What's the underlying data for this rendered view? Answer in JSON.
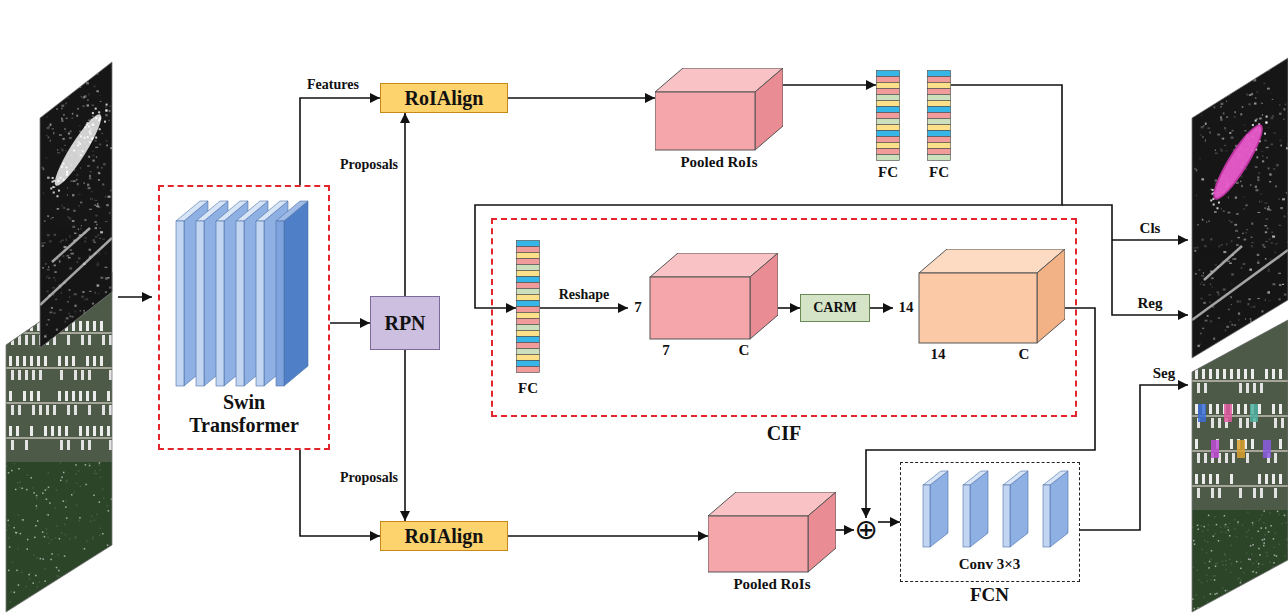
{
  "diagram": {
    "nodes": [
      {
        "text": [
          "Swin Transformer"
        ]
      },
      {
        "text": [
          "RoIAlign"
        ]
      },
      {
        "text": [
          "Pooled RoIs"
        ]
      },
      {
        "text": [
          "FC"
        ]
      },
      {
        "text": [
          "FC"
        ]
      },
      {
        "text": [
          "RPN"
        ]
      },
      {
        "text": [
          "CIF"
        ]
      },
      {
        "text": [
          "FC"
        ],
        "in": 6
      },
      {
        "text": [
          "7",
          "7",
          "C"
        ],
        "in": 6
      },
      {
        "text": [
          "CARM"
        ],
        "in": 6
      },
      {
        "text": [
          "14",
          "14",
          "C"
        ],
        "in": 6
      },
      {
        "text": [
          "RoIAlign"
        ]
      },
      {
        "text": [
          "Pooled RoIs"
        ]
      },
      {
        "text": [
          "⊕"
        ]
      },
      {
        "text": [
          "Conv 3×3",
          "FCN"
        ]
      }
    ],
    "edges": [
      {
        "from": 0,
        "to": 1,
        "label": "Features",
        "arrow": "to"
      },
      {
        "from": 0,
        "to": 5,
        "arrow": "to"
      },
      {
        "from": 5,
        "to": 1,
        "label": "Proposals",
        "arrow": "to"
      },
      {
        "from": 5,
        "to": 11,
        "label": "Proposals",
        "arrow": "to"
      },
      {
        "from": 0,
        "to": 11,
        "arrow": "to"
      },
      {
        "from": 1,
        "to": 2,
        "arrow": "to"
      },
      {
        "from": 2,
        "to": 3,
        "arrow": "to"
      },
      {
        "from": 4,
        "to": 7,
        "arrow": "to"
      },
      {
        "from": 7,
        "to": 8,
        "label": "Reshape",
        "arrow": "to"
      },
      {
        "from": 8,
        "to": 9,
        "arrow": "to"
      },
      {
        "from": 9,
        "to": 10,
        "arrow": "to"
      },
      {
        "from": 10,
        "to": 13,
        "arrow": "to"
      },
      {
        "from": 11,
        "to": 12,
        "arrow": "to"
      },
      {
        "from": 12,
        "to": 13,
        "arrow": "to"
      },
      {
        "from": 13,
        "to": 14,
        "arrow": "to"
      }
    ],
    "labels": [
      "Cls",
      "Reg",
      "Seg"
    ]
  }
}
